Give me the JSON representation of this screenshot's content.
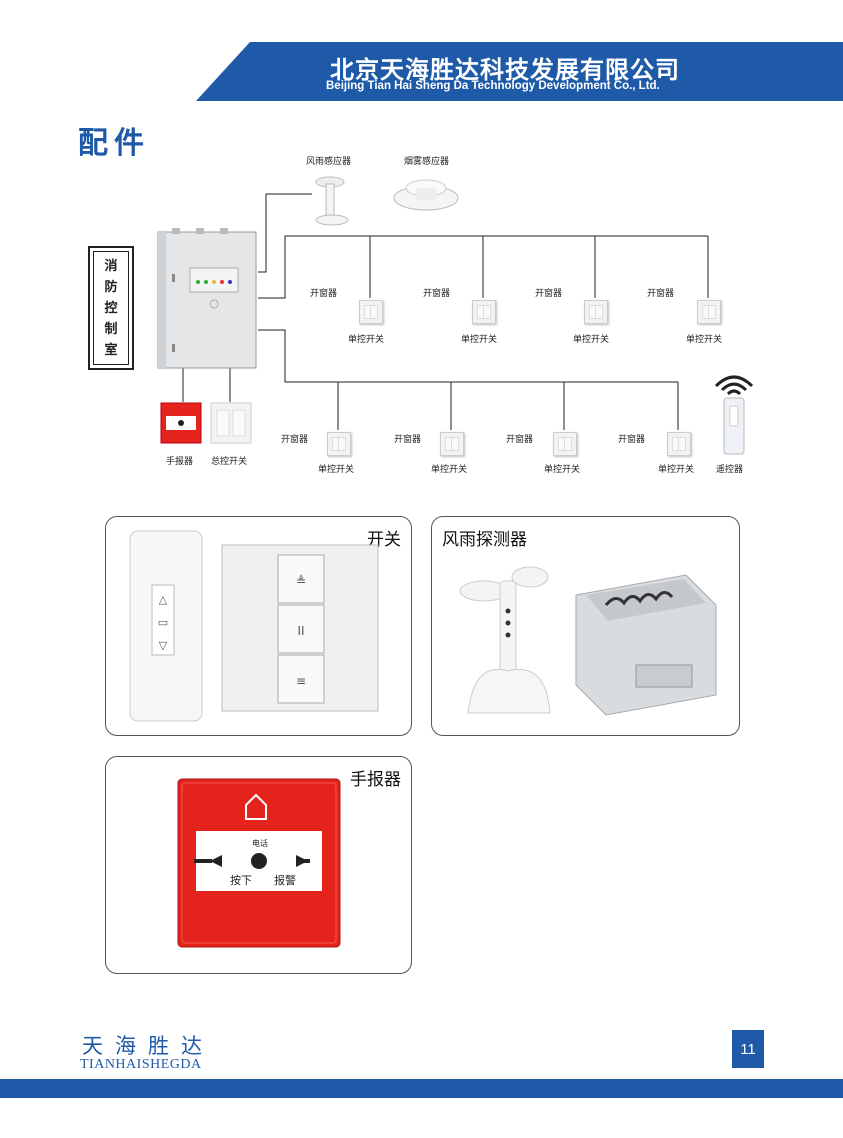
{
  "header": {
    "company_cn": "北京天海胜达科技发展有限公司",
    "company_en": "Beijing Tian Hai Sheng Da Technology Development Co., Ltd."
  },
  "section_title": "配件",
  "diagram": {
    "fire_control_room": [
      "消",
      "防",
      "控",
      "制",
      "室"
    ],
    "wind_rain_sensor": "风雨感应器",
    "smoke_sensor": "烟雾感应器",
    "window_opener": "开窗器",
    "single_switch": "单控开关",
    "manual_alarm": "手报器",
    "master_switch": "总控开关",
    "remote": "遥控器"
  },
  "panels": {
    "switch_title": "开关",
    "detector_title": "风雨探测器",
    "alarm_title": "手报器",
    "alarm_text_top": "电话",
    "alarm_text_left": "按下",
    "alarm_text_right": "报警"
  },
  "footer": {
    "brand_cn": "天海胜达",
    "brand_en": "TIANHAISHEGDA",
    "page_number": "11"
  },
  "colors": {
    "brand_blue": "#1e5aa8",
    "alarm_red": "#e5231d"
  }
}
